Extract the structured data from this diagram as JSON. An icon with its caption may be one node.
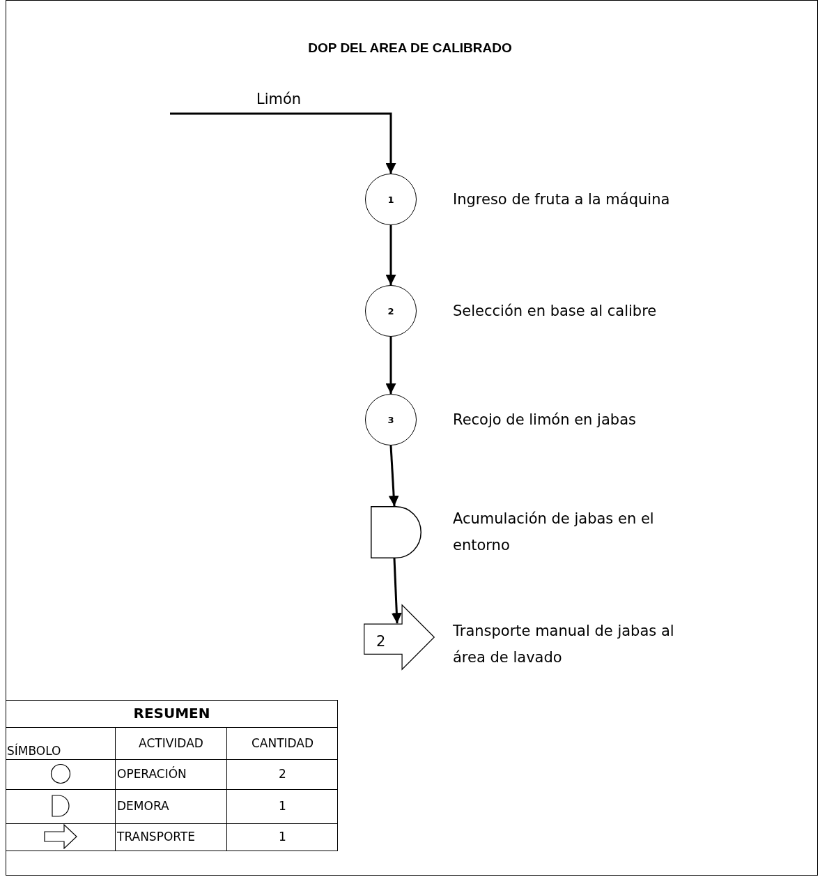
{
  "diagram": {
    "title": "DOP DEL AREA DE CALIBRADO",
    "nodes": [
      {
        "text": [
          "1"
        ],
        "beside": [
          "Ingreso de fruta a la máquina"
        ]
      },
      {
        "text": [
          "2"
        ],
        "beside": [
          "Selección en base al calibre"
        ]
      },
      {
        "text": [
          "3"
        ],
        "beside": [
          "Recojo de limón en jabas"
        ]
      },
      {
        "text": [],
        "shape": "semicircle",
        "beside": [
          "Acumulación de jabas en el entorno"
        ]
      },
      {
        "text": [
          "2"
        ],
        "beside": [
          "Transporte manual de jabas al área de lavado"
        ]
      }
    ],
    "edges": [
      {
        "from": null,
        "to": 0,
        "arrow": "to",
        "label": "Limón"
      },
      {
        "from": 0,
        "to": 1,
        "arrow": "to"
      },
      {
        "from": 1,
        "to": 2,
        "arrow": "to"
      },
      {
        "from": 2,
        "to": 3,
        "arrow": "to"
      },
      {
        "from": 3,
        "to": 4,
        "arrow": "to"
      }
    ],
    "labels": [
      "RESUMEN",
      "SÍMBOLO",
      "ACTIVIDAD",
      "CANTIDAD",
      "OPERACIÓN",
      "2",
      "DEMORA",
      "1",
      "TRANSPORTE",
      "1"
    ]
  }
}
